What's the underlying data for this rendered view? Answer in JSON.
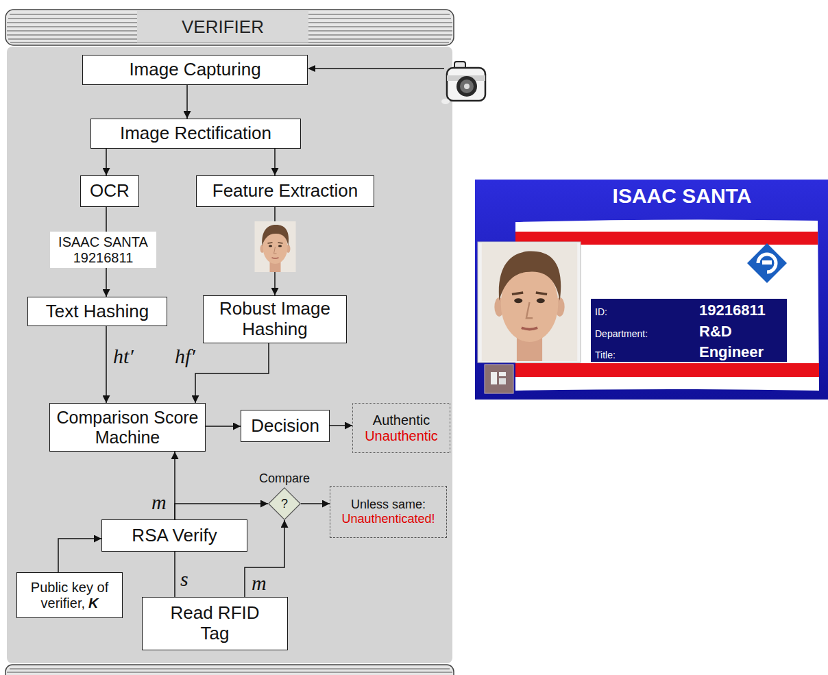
{
  "diagram": {
    "nodes": [
      {
        "text": [
          "VERIFIER"
        ]
      },
      {
        "text": [
          "Image Capturing"
        ],
        "in": 0
      },
      {
        "text": [
          "Image Rectification"
        ],
        "in": 0
      },
      {
        "text": [
          "OCR"
        ],
        "in": 0
      },
      {
        "text": [
          "Feature Extraction"
        ],
        "in": 0
      },
      {
        "text": [
          "ISAAC SANTA",
          "19216811"
        ],
        "in": 0
      },
      {
        "text": [
          "Text Hashing"
        ],
        "in": 0
      },
      {
        "text": [
          "Robust Image Hashing"
        ],
        "in": 0
      },
      {
        "text": [
          "Comparison Score Machine"
        ],
        "in": 0
      },
      {
        "text": [
          "Decision"
        ],
        "in": 0
      },
      {
        "text": [
          "Authentic",
          "Unauthentic"
        ],
        "in": 0
      },
      {
        "text": [
          "Compare",
          "?"
        ],
        "in": 0
      },
      {
        "text": [
          "Unless same:",
          "Unauthenticated!"
        ],
        "in": 0
      },
      {
        "text": [
          "RSA Verify"
        ],
        "in": 0
      },
      {
        "text": [
          "Public key of verifier,",
          "K"
        ],
        "in": 0
      },
      {
        "text": [
          "Read RFID Tag"
        ],
        "in": 0
      }
    ],
    "edges": [
      {
        "from": 1,
        "to": 2,
        "arrow": "to"
      },
      {
        "from": 2,
        "to": 3,
        "arrow": "to"
      },
      {
        "from": 2,
        "to": 4,
        "arrow": "to"
      },
      {
        "from": 3,
        "to": 5,
        "arrow": "none"
      },
      {
        "from": 5,
        "to": 6,
        "arrow": "to"
      },
      {
        "from": 4,
        "to": 7,
        "arrow": "to"
      },
      {
        "from": 6,
        "to": 8,
        "label": "ht′",
        "arrow": "to"
      },
      {
        "from": 7,
        "to": 8,
        "label": "hf′",
        "arrow": "to"
      },
      {
        "from": 8,
        "to": 9,
        "arrow": "to"
      },
      {
        "from": 9,
        "to": 10,
        "arrow": "to"
      },
      {
        "from": 13,
        "to": 8,
        "label": "m",
        "arrow": "to"
      },
      {
        "from": 13,
        "to": 11,
        "arrow": "to"
      },
      {
        "from": 15,
        "to": 13,
        "label": "s",
        "arrow": "none"
      },
      {
        "from": 15,
        "to": 11,
        "label": "m",
        "arrow": "to"
      },
      {
        "from": 14,
        "to": 13,
        "arrow": "to"
      },
      {
        "from": 11,
        "to": 12,
        "arrow": "to"
      }
    ],
    "labels": [
      "ISAAC SANTA",
      "ID:",
      "19216811",
      "Department:",
      "R&D",
      "Title:",
      "Engineer"
    ]
  }
}
